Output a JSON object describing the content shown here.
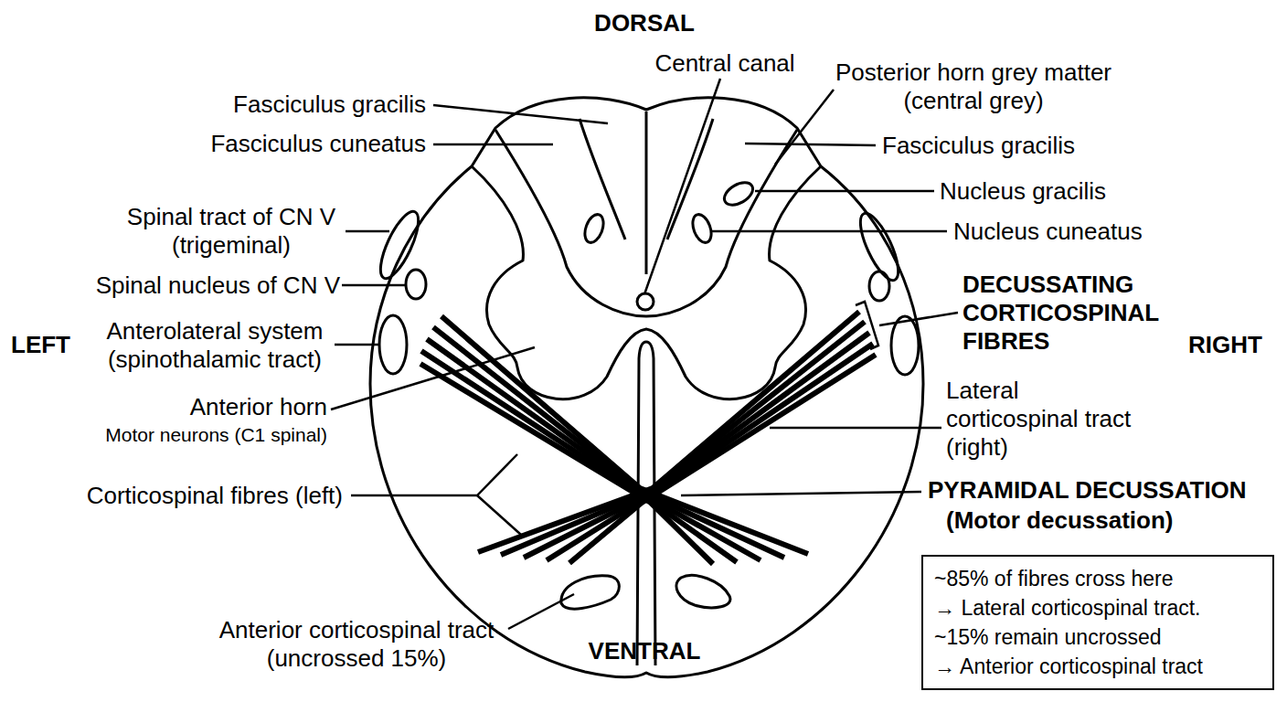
{
  "diagram": {
    "nodes": [
      {
        "text": [
          "~85% of fibres cross here",
          "→ Lateral corticospinal tract.",
          "~15% remain uncrossed",
          "→ Anterior corticospinal tract"
        ]
      }
    ],
    "labels": [
      "DORSAL",
      "Central canal",
      "Posterior horn grey matter (central grey)",
      "Fasciculus gracilis",
      "Fasciculus cuneatus",
      "Fasciculus gracilis",
      "Nucleus gracilis",
      "Nucleus cuneatus",
      "Spinal tract of CN V (trigeminal)",
      "Spinal nucleus of CN V",
      "LEFT",
      "Anterolateral system (spinothalamic tract)",
      "DECUSSATING CORTICOSPINAL FIBRES",
      "RIGHT",
      "Anterior horn",
      "Motor neurons (C1 spinal)",
      "Lateral corticospinal tract (right)",
      "Corticospinal fibres (left)",
      "PYRAMIDAL DECUSSATION",
      "(Motor decussation)",
      "Anterior corticospinal tract (uncrossed 15%)",
      "VENTRAL"
    ]
  }
}
